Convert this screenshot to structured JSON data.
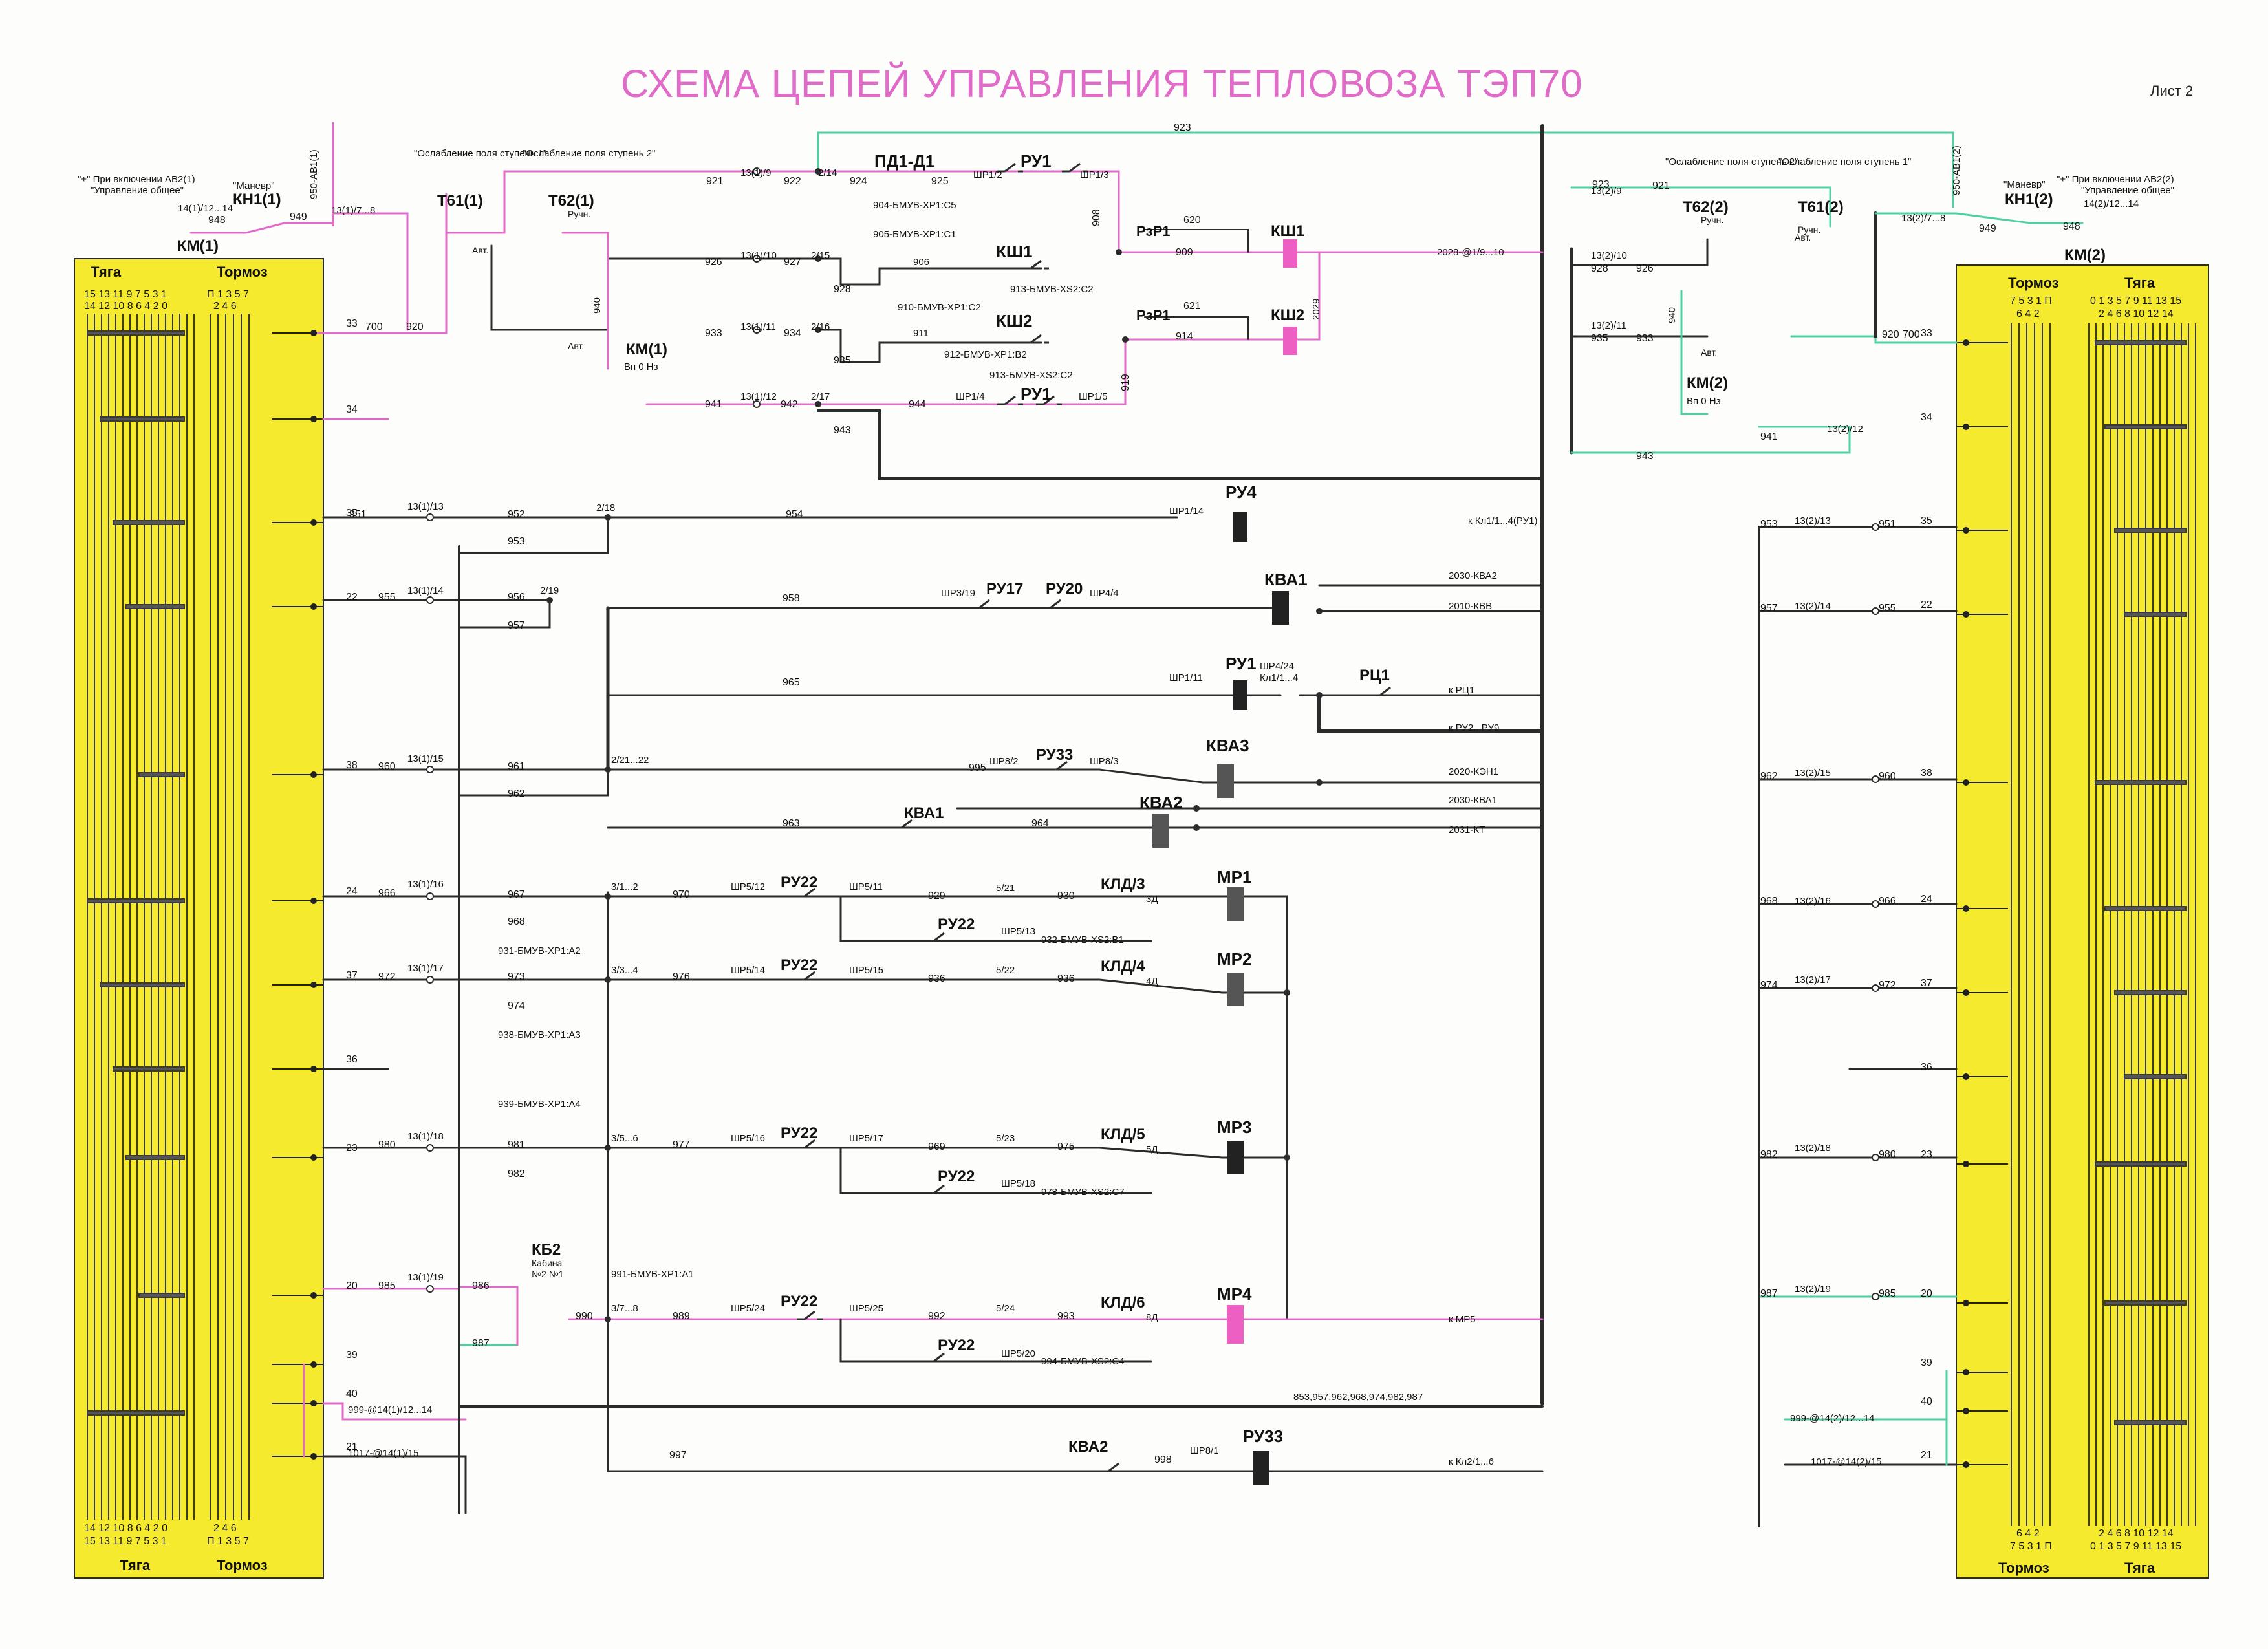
{
  "title": "СХЕМА ЦЕПЕЙ УПРАВЛЕНИЯ ТЕПЛОВОЗА ТЭП70",
  "sheet": "Лист 2",
  "colors": {
    "pink": "#e06bc8",
    "green": "#4fd0a2",
    "black": "#2b2b2b",
    "yellow": "#f6ea2e",
    "coil": "#222222",
    "coil_pink": "#ee5fc4"
  },
  "cab1": {
    "note1": "\"+\" При включении АВ2(1)",
    "note2": "\"Управление общее\"",
    "note3": "\"Маневр\"",
    "kn": "КН1(1)",
    "km": "КМ(1)",
    "wire_948": "948",
    "wire_949": "949",
    "terms": "14(1)/12...14",
    "wire_1317": "13(1)/7...8",
    "av": "950-АВ1(1)"
  },
  "cab2": {
    "note1": "\"+\" При включении АВ2(2)",
    "note2": "\"Управление общее\"",
    "note3": "\"Маневр\"",
    "kn": "КН1(2)",
    "km": "КМ(2)",
    "wire_948": "948",
    "wire_949": "949",
    "terms": "14(2)/12...14",
    "wire_1317": "13(2)/7...8",
    "av": "950-АВ1(2)"
  },
  "panel_left": {
    "head_left": "Тяга",
    "head_right": "Тормоз",
    "nums_top_left": "15 13 11  9  7  5  3  1",
    "nums_top_left2": "14 12 10  8  6  4  2  0",
    "nums_top_right": "П  1  3  5  7",
    "nums_top_right2": "2  4  6",
    "foot_left": "Тяга",
    "foot_right": "Тормоз"
  },
  "panel_right": {
    "head_left": "Тормоз",
    "head_right": "Тяга",
    "nums_top_left": "7  5  3  1  П",
    "nums_top_left2": "6  4  2",
    "nums_top_right": "0  1  3  5  7  9  11 13 15",
    "nums_top_right2": "2  4  6  8  10 12 14",
    "foot_left": "Тормоз",
    "foot_right": "Тяга"
  },
  "field": {
    "weak1": "\"Ослабление поля ступень 1\"",
    "weak2": "\"Ослабление поля ступень 2\"",
    "t61_1": "Т61(1)",
    "t62_1": "Т62(1)",
    "t61_2": "Т61(2)",
    "t62_2": "Т62(2)",
    "ruch": "Ручн.",
    "avt": "Авт.",
    "km1": "КМ(1)",
    "km2": "КМ(2)",
    "vp0nz": "Вп 0 Нз"
  },
  "devices": {
    "pd": "ПД1-Д1",
    "ru1": "РУ1",
    "ru4": "РУ4",
    "ru17": "РУ17",
    "ru20": "РУ20",
    "ru33": "РУ33",
    "ru22": "РУ22",
    "rc1": "РЦ1",
    "ks1": "КШ1",
    "ks2": "КШ2",
    "rzr1": "РзР1",
    "kva1": "КВА1",
    "kva2": "КВА2",
    "kva3": "КВА3",
    "mr1": "МР1",
    "mr2": "МР2",
    "mr3": "МР3",
    "mr4": "МР4",
    "kld3": "КЛД/3",
    "kld4": "КЛД/4",
    "kld5": "КЛД/5",
    "kld6": "КЛД/6",
    "kb2": "КБ2",
    "cab": "Кабина",
    "cab_no": "№2   №1"
  },
  "wires": {
    "w923": "923",
    "w921": "921",
    "w922": "922",
    "w924": "924",
    "w925": "925",
    "w926": "926",
    "w927": "927",
    "w928": "928",
    "w933": "933",
    "w934": "934",
    "w935": "935",
    "w941": "941",
    "w942": "942",
    "w943": "943",
    "w944": "944",
    "w920": "920",
    "w700": "700",
    "w940": "940",
    "w909": "909",
    "w914": "914",
    "w620": "620",
    "w621": "621",
    "w908": "908",
    "w919": "919",
    "w951": "951",
    "w952": "952",
    "w953": "953",
    "w954": "954",
    "w955": "955",
    "w956": "956",
    "w957": "957",
    "w958": "958",
    "w965": "965",
    "w960": "960",
    "w961": "961",
    "w962": "962",
    "w963": "963",
    "w964": "964",
    "w995": "995",
    "w966": "966",
    "w967": "967",
    "w968": "968",
    "w970": "970",
    "w929": "929",
    "w930": "930",
    "w972": "972",
    "w973": "973",
    "w974": "974",
    "w976": "976",
    "w936": "936",
    "w980": "980",
    "w981": "981",
    "w982": "982",
    "w977": "977",
    "w969": "969",
    "w975": "975",
    "w985": "985",
    "w986": "986",
    "w987": "987",
    "w989": "989",
    "w990": "990",
    "w992": "992",
    "w993": "993",
    "w997": "997",
    "w998": "998",
    "t13_9": "13(1)/9",
    "t13_10": "13(1)/10",
    "t13_11": "13(1)/11",
    "t13_12": "13(1)/12",
    "t2_14": "2/14",
    "t2_15": "2/15",
    "t2_16": "2/16",
    "t2_17": "2/17",
    "t13_13": "13(1)/13",
    "t13_14": "13(1)/14",
    "t13_15": "13(1)/15",
    "t13_16": "13(1)/16",
    "t13_17": "13(1)/17",
    "t13_18": "13(1)/18",
    "t13_19": "13(1)/19",
    "t2_18": "2/18",
    "t2_19": "2/19",
    "t2_21": "2/21...22",
    "t3_1": "3/1...2",
    "t3_3": "3/3...4",
    "t3_5": "3/5...6",
    "t3_7": "3/7...8",
    "t5_21": "5/21",
    "t5_22": "5/22",
    "t5_23": "5/23",
    "t5_24": "5/24",
    "sh1_2": "ШР1/2",
    "sh1_3": "ШР1/3",
    "sh1_4": "ШР1/4",
    "sh1_5": "ШР1/5",
    "sh1_14": "ШР1/14",
    "sh1_11": "ШР1/11",
    "sh3_19": "ШР3/19",
    "sh4_4": "ШР4/4",
    "sh4_24": "ШР4/24",
    "kl1_4": "Кл1/1...4",
    "sh8_2": "ШР8/2",
    "sh8_3": "ШР8/3",
    "sh5_12": "ШР5/12",
    "sh5_11": "ШР5/11",
    "sh5_13": "ШР5/13",
    "sh5_14": "ШР5/14",
    "sh5_15": "ШР5/15",
    "sh5_16": "ШР5/16",
    "sh5_17": "ШР5/17",
    "sh5_18": "ШР5/18",
    "sh5_24": "ШР5/24",
    "sh5_25": "ШР5/25",
    "sh5_20": "ШР5/20",
    "sh8_1": "ШР8/1",
    "b904": "904-БМУВ-ХР1:С5",
    "b905": "905-БМУВ-ХР1:С1",
    "b906": "906",
    "b913": "913-БМУВ-ХS2:С2",
    "b910": "910-БМУВ-ХР1:С2",
    "b911": "911",
    "b912": "912-БМУВ-ХР1:В2",
    "b913b": "913-БМУВ-ХS2:С2",
    "b931": "931-БМУВ-ХР1:А2",
    "b932": "932-БМУВ-ХS2:В1",
    "b938": "938-БМУВ-ХР1:А3",
    "b939": "939-БМУВ-ХР1:А4",
    "b978": "978-БМУВ-ХS2:С7",
    "b991": "991-БМУВ-ХР1:А1",
    "b994": "994-БМУВ-ХS2:С4",
    "r2028": "2028-@1/9...10",
    "r2029": "2029",
    "r2030a": "2030-КВА2",
    "r2010": "2010-КВВ",
    "r_rc1": "к РЦ1",
    "r_ru2": "к РУ2...РУ9",
    "r_kl": "к Кл1/1...4(РУ1)",
    "r2020": "2020-КЭН1",
    "r2030b": "2030-КВА1",
    "r2031": "2031-КТ",
    "r_mr5": "к МР5",
    "r_list": "853,957,962,968,974,982,987",
    "r_kl2": "к Кл2/1...6",
    "l999": "999-@14(1)/12...14",
    "l1017": "1017-@14(1)/15",
    "r999": "999-@14(2)/12...14",
    "r1017": "1017-@14(2)/15",
    "c1_3d": "3Д",
    "c1_4d": "4Д",
    "c1_5d": "5Д",
    "c1_8d": "8Д",
    "t1310_2": "13(2)/10",
    "t1311_2": "13(2)/11",
    "t1312_2": "13(2)/12",
    "t139_2": "13(2)/9",
    "t1313_2": "13(2)/13",
    "t1314_2": "13(2)/14",
    "t1315_2": "13(2)/15",
    "t1316_2": "13(2)/16",
    "t1317_2": "13(2)/17",
    "t1318_2": "13(2)/18",
    "t1319_2": "13(2)/19"
  },
  "bus_numbers": [
    "33",
    "34",
    "35",
    "22",
    "38",
    "24",
    "37",
    "36",
    "23",
    "20",
    "39",
    "40",
    "21"
  ]
}
